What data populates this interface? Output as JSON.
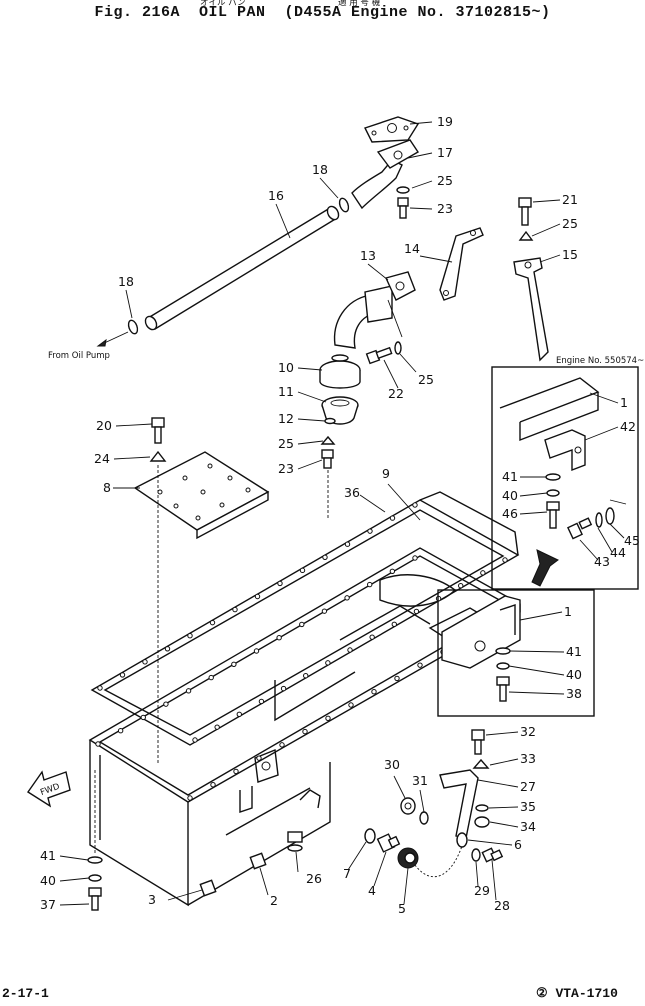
{
  "header": {
    "title": "Fig. 216A  OIL PAN  (D455A Engine No. 37102815~)",
    "furigana_left": "オイル パン",
    "furigana_right": "適 用 号 機"
  },
  "notes": {
    "from_oil_pump": "From Oil Pump",
    "engine_no": "Engine No. 550574~",
    "fwd": "FWD"
  },
  "footer": {
    "page": "2-17-1",
    "code": "② VTA-1710"
  },
  "callouts": [
    "19",
    "17",
    "25",
    "23",
    "18",
    "16",
    "21",
    "25",
    "15",
    "14",
    "13",
    "18",
    "10",
    "22",
    "25",
    "11",
    "12",
    "25",
    "23",
    "20",
    "24",
    "8",
    "9",
    "36",
    "1",
    "42",
    "41",
    "40",
    "46",
    "43",
    "44",
    "45",
    "1",
    "41",
    "40",
    "38",
    "32",
    "33",
    "27",
    "35",
    "34",
    "6",
    "30",
    "31",
    "28",
    "29",
    "5",
    "4",
    "7",
    "26",
    "2",
    "3",
    "41",
    "40",
    "37"
  ]
}
